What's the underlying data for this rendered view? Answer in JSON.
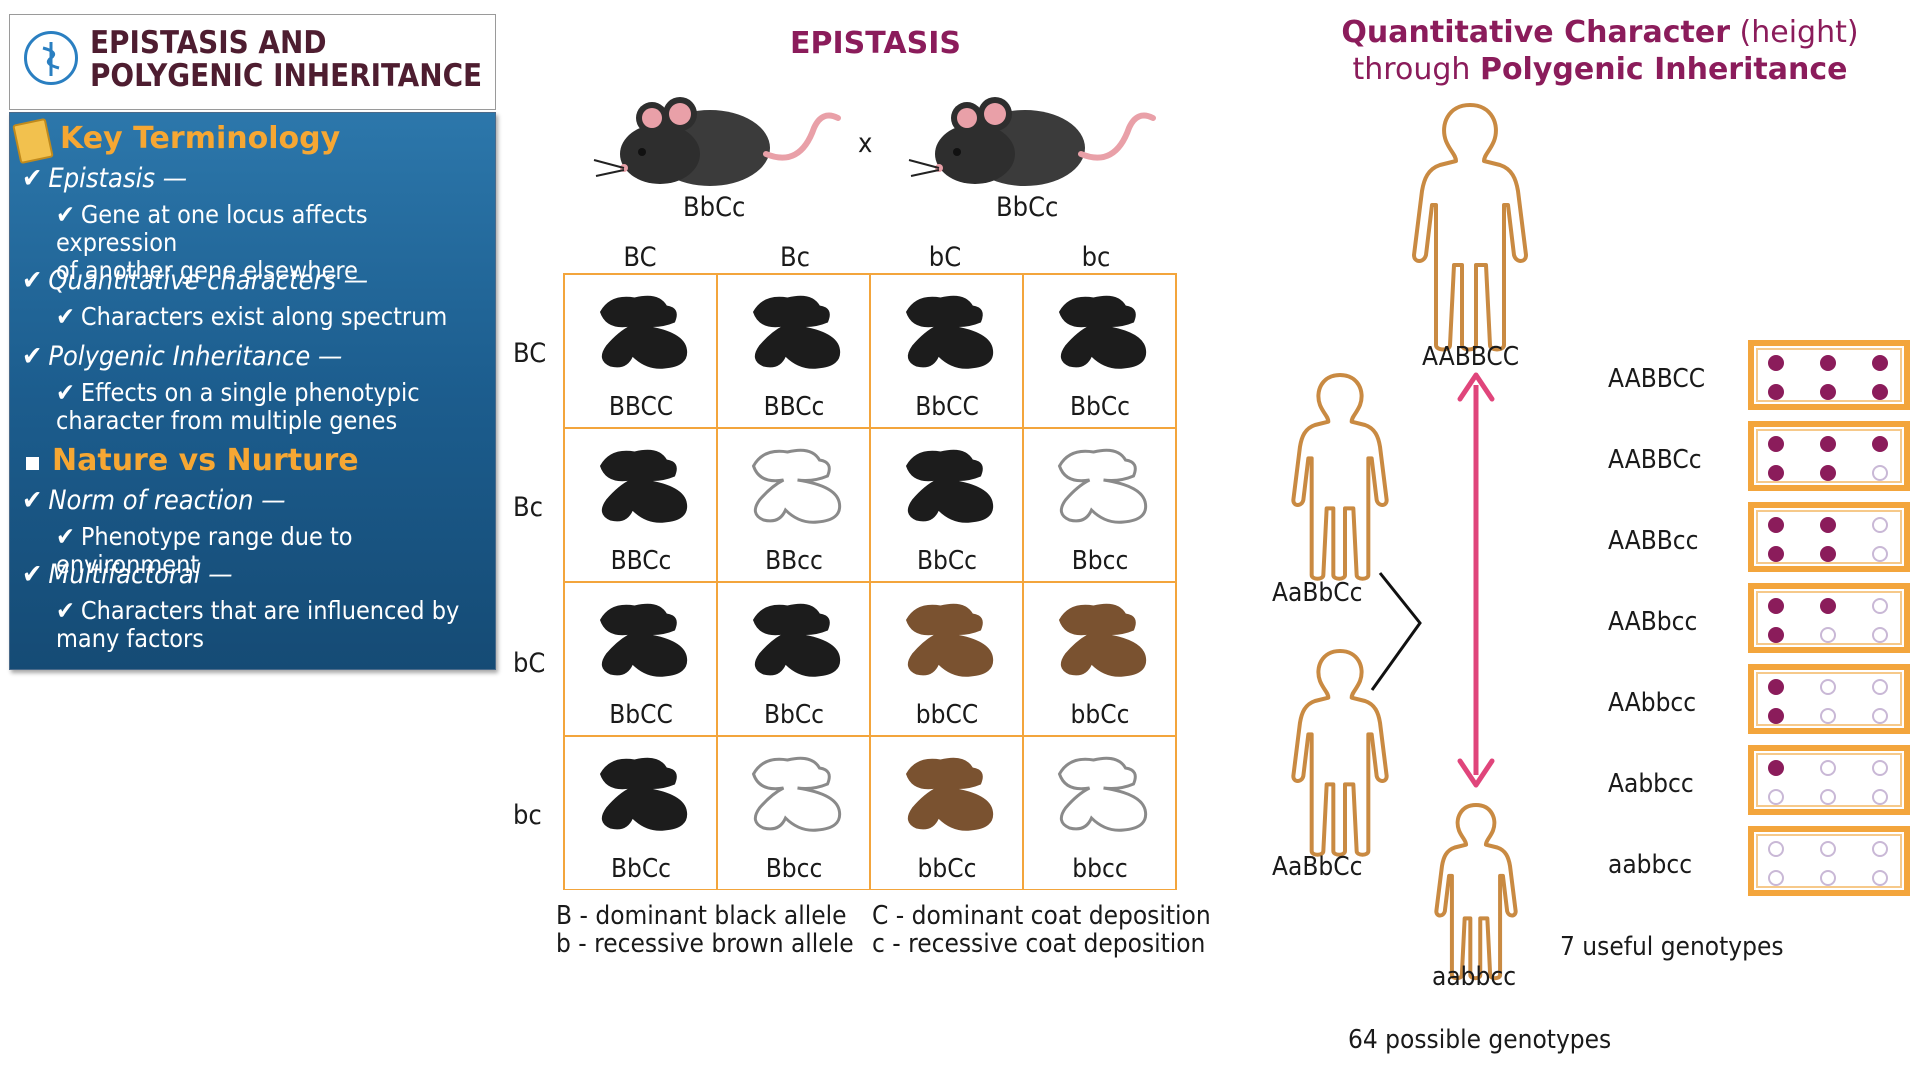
{
  "panel": {
    "title": "EPISTASIS AND\nPOLYGENIC INHERITANCE",
    "sections": [
      {
        "heading": "Key Terminology",
        "terms": [
          {
            "term": "Epistasis —",
            "sub": "Gene at one locus affects expression\nof another gene elsewhere"
          },
          {
            "term": "Quantitative characters —",
            "sub": "Characters exist along spectrum"
          },
          {
            "term": "Polygenic Inheritance —",
            "sub": "Effects on a single phenotypic\ncharacter from multiple genes"
          }
        ]
      },
      {
        "heading": "Nature vs Nurture",
        "terms": [
          {
            "term": "Norm of reaction —",
            "sub": "Phenotype range due to environment"
          },
          {
            "term": "Multifactoral —",
            "sub": "Characters that are influenced by\nmany factors"
          }
        ]
      }
    ]
  },
  "epistasis": {
    "title": "EPISTASIS",
    "parents": [
      "BbCc",
      "BbCc"
    ],
    "cross_symbol": "x",
    "cols": [
      "BC",
      "Bc",
      "bC",
      "bc"
    ],
    "rows": [
      "BC",
      "Bc",
      "bC",
      "bc"
    ],
    "cells": [
      [
        {
          "g": "BBCC",
          "p": "black"
        },
        {
          "g": "BBCc",
          "p": "black"
        },
        {
          "g": "BbCC",
          "p": "black"
        },
        {
          "g": "BbCc",
          "p": "black"
        }
      ],
      [
        {
          "g": "BBCc",
          "p": "black"
        },
        {
          "g": "BBcc",
          "p": "white"
        },
        {
          "g": "BbCc",
          "p": "black"
        },
        {
          "g": "Bbcc",
          "p": "white"
        }
      ],
      [
        {
          "g": "BbCC",
          "p": "black"
        },
        {
          "g": "BbCc",
          "p": "black"
        },
        {
          "g": "bbCC",
          "p": "brown"
        },
        {
          "g": "bbCc",
          "p": "brown"
        }
      ],
      [
        {
          "g": "BbCc",
          "p": "black"
        },
        {
          "g": "Bbcc",
          "p": "white"
        },
        {
          "g": "bbCc",
          "p": "brown"
        },
        {
          "g": "bbcc",
          "p": "white"
        }
      ]
    ],
    "legend_left": "B - dominant black allele\nb - recessive brown allele",
    "legend_right": "C - dominant coat deposition\nc - recessive coat deposition",
    "colors": {
      "black": "#1c1c1c",
      "brown": "#7a5230",
      "white": "#ffffff",
      "grid": "#f3a53c"
    }
  },
  "polygenic": {
    "title_bold1": "Quantitative Character",
    "title_plain1": " (height)",
    "title_plain2": "through ",
    "title_bold2": "Polygenic Inheritance",
    "parents": [
      "AaBbCc",
      "AaBbCc"
    ],
    "tallest": "AABBCC",
    "shortest": "aabbcc",
    "possible": "64 possible genotypes",
    "useful": "7 useful genotypes",
    "genotypes": [
      {
        "label": "AABBCC",
        "filled": 6
      },
      {
        "label": "AABBCc",
        "filled": 5
      },
      {
        "label": "AABBcc",
        "filled": 4
      },
      {
        "label": "AABbcc",
        "filled": 3
      },
      {
        "label": "AAbbcc",
        "filled": 2
      },
      {
        "label": "Aabbcc",
        "filled": 1
      },
      {
        "label": "aabbcc",
        "filled": 0
      }
    ],
    "colors": {
      "person": "#c98a42",
      "arrow": "#e0457b",
      "dot": "#8b1c5b",
      "box": "#f3a53c"
    }
  }
}
